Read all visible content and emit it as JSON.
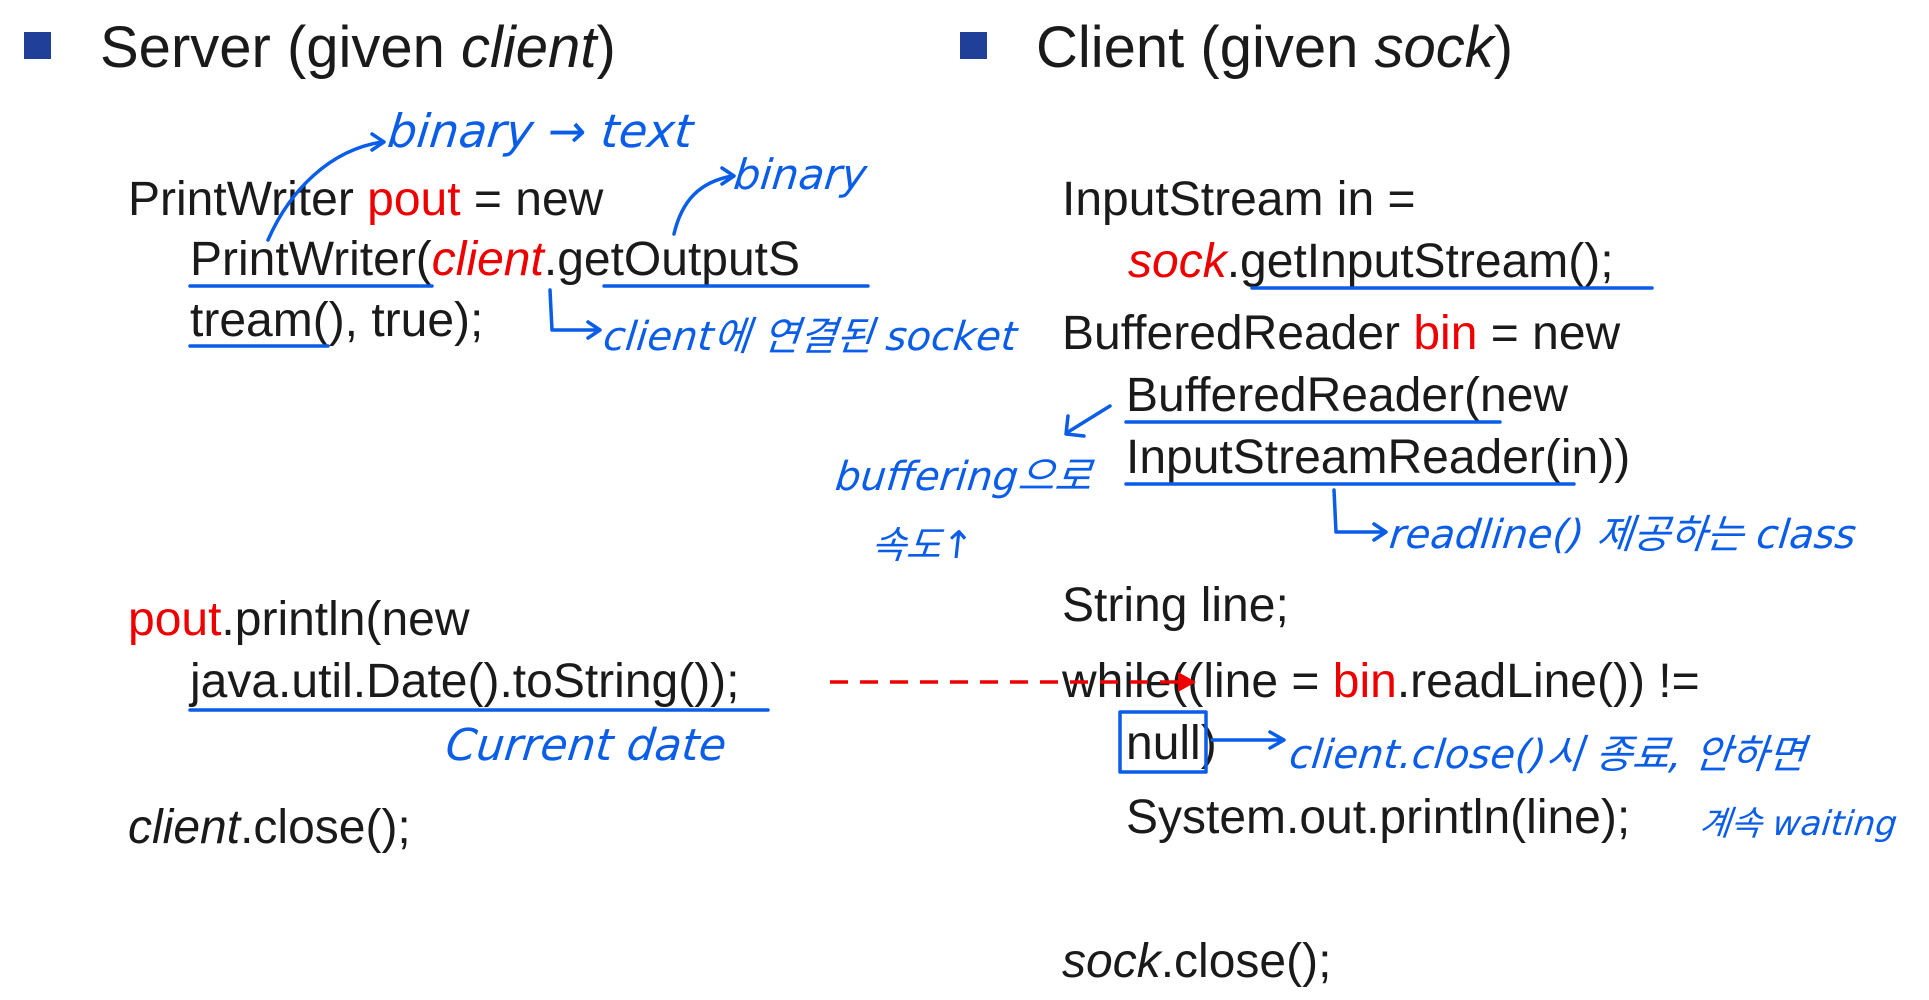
{
  "server": {
    "heading_prefix": "Server (given ",
    "heading_var": "client",
    "heading_suffix": ")",
    "line1_a": "PrintWriter ",
    "line1_var": "pout",
    "line1_b": " = new",
    "line2_class": "PrintWriter",
    "line2_paren": "(",
    "line2_var": "client",
    "line2_dot": ".",
    "line2_method": "getOutputS",
    "line3_method": "tream",
    "line3_rest": "(), true);",
    "print_var": "pout",
    "print_rest": ".println(new",
    "print_line2": "java.util.Date().toString());",
    "close_var": "client",
    "close_rest": ".close();"
  },
  "client": {
    "heading_prefix": "Client (given ",
    "heading_var": "sock",
    "heading_suffix": ")",
    "in_line1": "InputStream in =",
    "in_var": "sock",
    "in_dot": ".",
    "in_method": "getInputStream()",
    "in_end": ";",
    "br_a": "BufferedReader ",
    "br_var": "bin",
    "br_b": " = new",
    "br_class": "BufferedReader",
    "br_paren": "(new",
    "isr_class": "InputStreamReader",
    "isr_rest": "(in))",
    "string_line": "String line;",
    "while_a": "while((line = ",
    "while_var": "bin",
    "while_b": ".readLine()) !=",
    "null_word": "null",
    "null_close": ")",
    "sysout": "System.out.println(line);",
    "close_var": "sock",
    "close_rest": ".close();"
  },
  "annotations": {
    "binary_text": "binary → text",
    "binary": "binary",
    "client_socket": "client에 연결된 socket",
    "buffering_1": "buffering으로",
    "buffering_2": "속도↑",
    "readline_class": "readline() 제공하는 class",
    "current_date": "Current date",
    "client_close": "client.close()시 종료, 안하면",
    "waiting": "계속 waiting"
  },
  "colors": {
    "keyword_red": "#ee0000",
    "annotation_blue": "#0a5de8",
    "bullet_navy": "#1f3f99"
  }
}
